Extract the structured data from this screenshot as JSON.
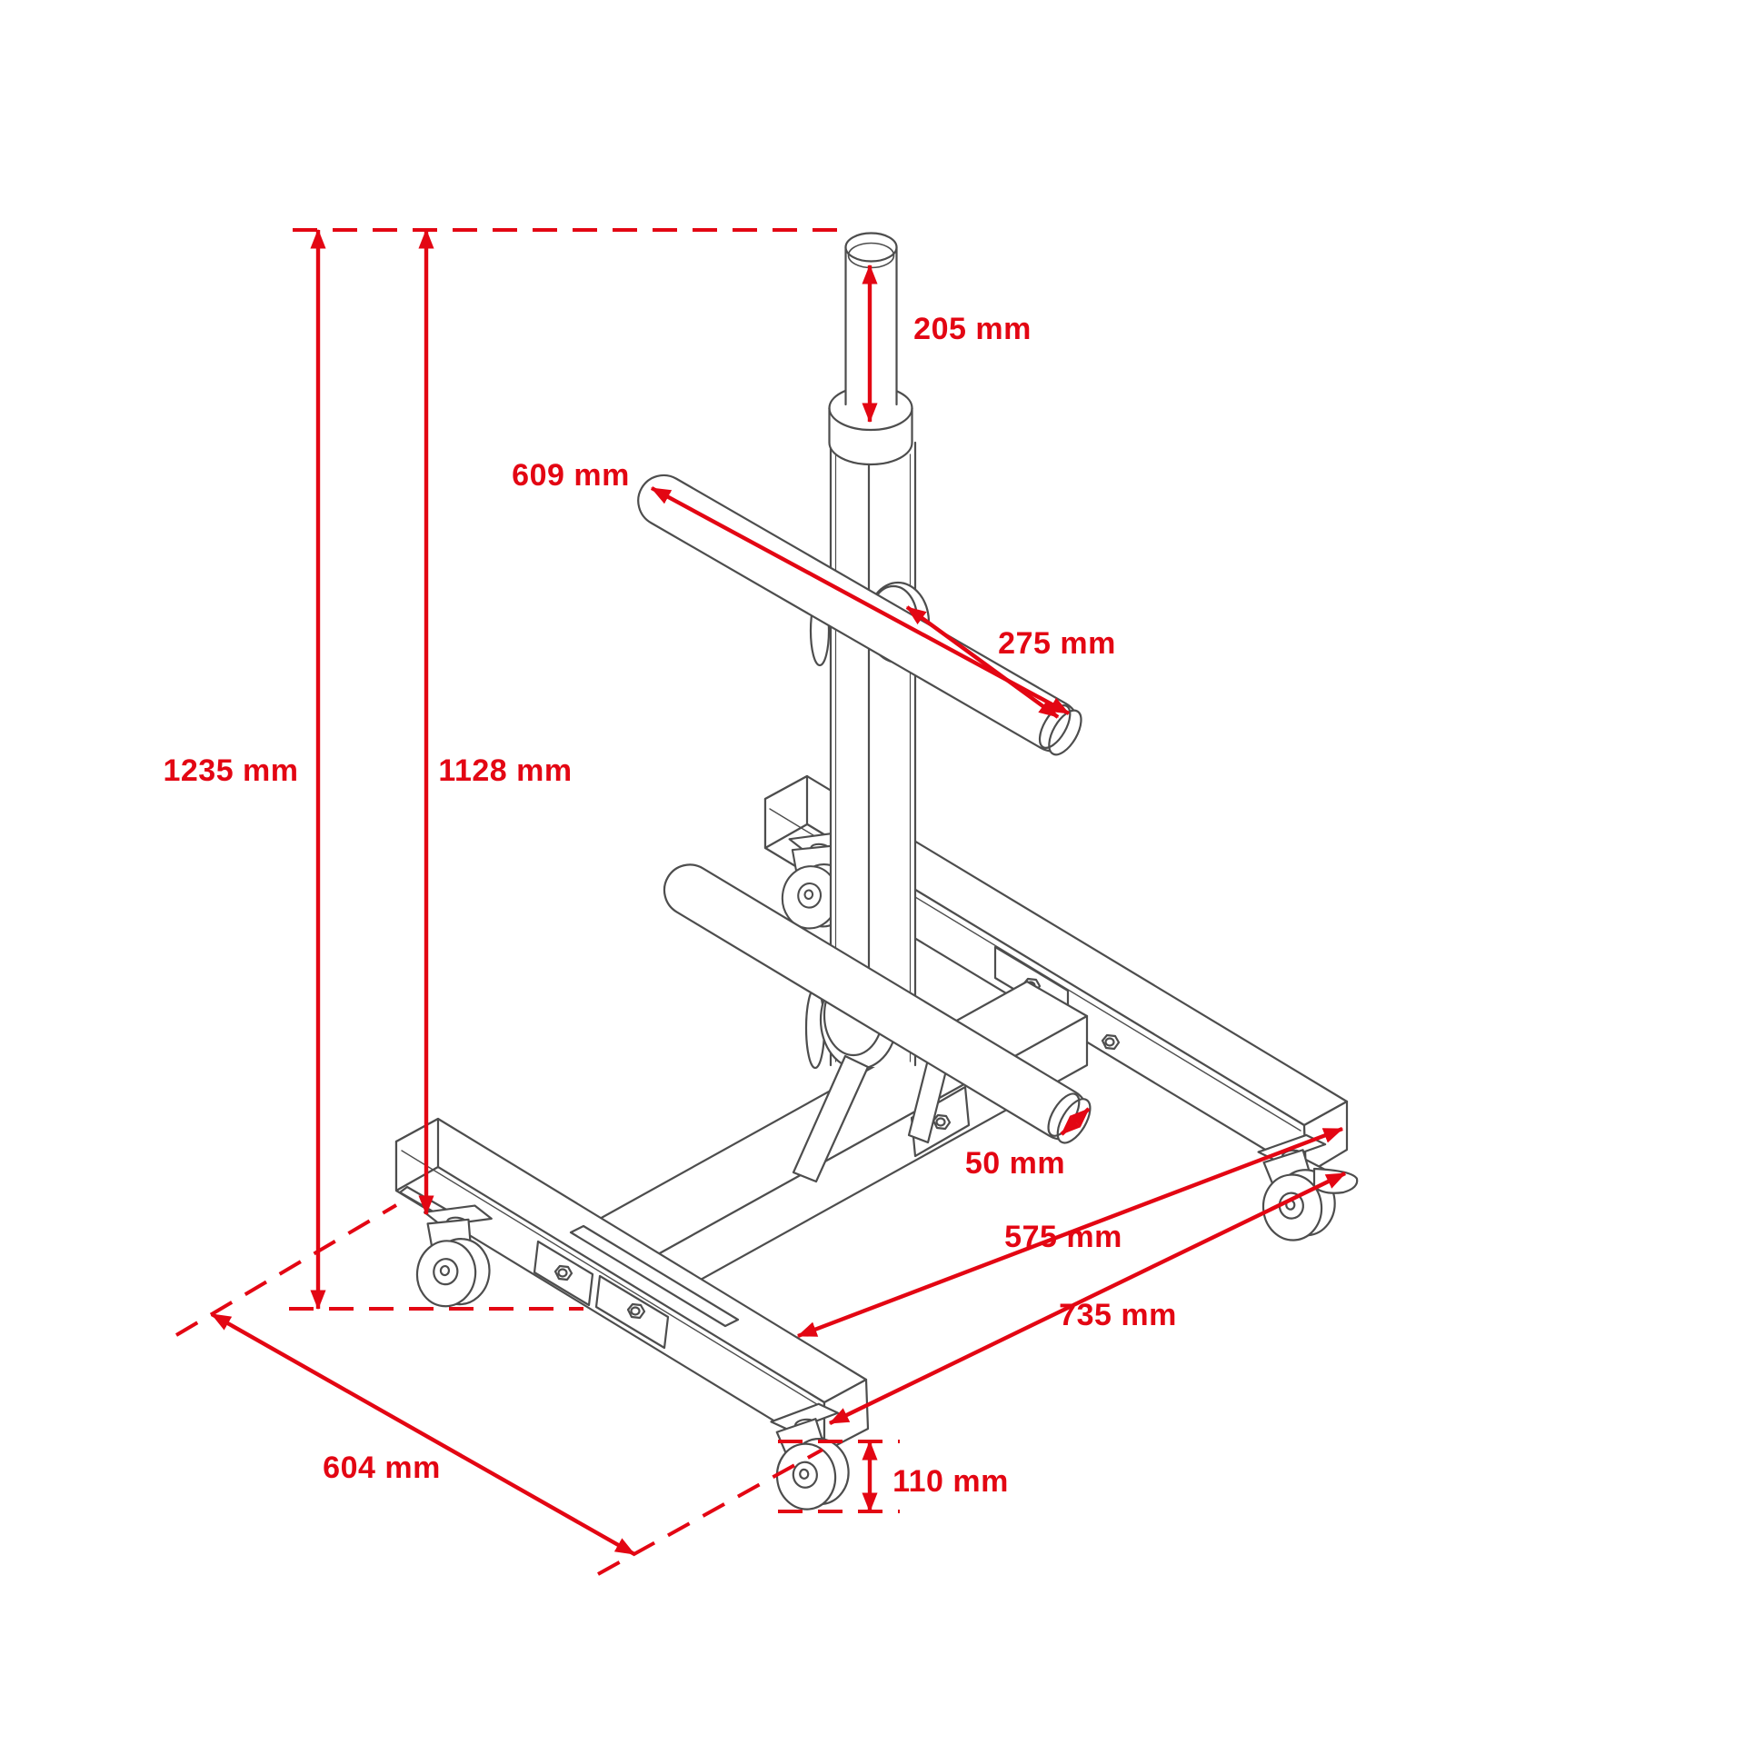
{
  "figure": {
    "type": "isometric technical dimension drawing",
    "subject": "weight plate storage tree on casters",
    "units": "mm",
    "accent_color": "#e30613",
    "line_color": "#4d4d4d",
    "background_color": "#ffffff"
  },
  "dimensions": {
    "spigot_height": "205 mm",
    "peg_total_length": "609 mm",
    "peg_usable_length": "275 mm",
    "total_height": "1235 mm",
    "frame_height": "1128 mm",
    "peg_diameter": "50 mm",
    "base_inner_length": "575 mm",
    "base_overall_length": "735 mm",
    "base_depth": "604 mm",
    "caster_height": "110 mm"
  }
}
